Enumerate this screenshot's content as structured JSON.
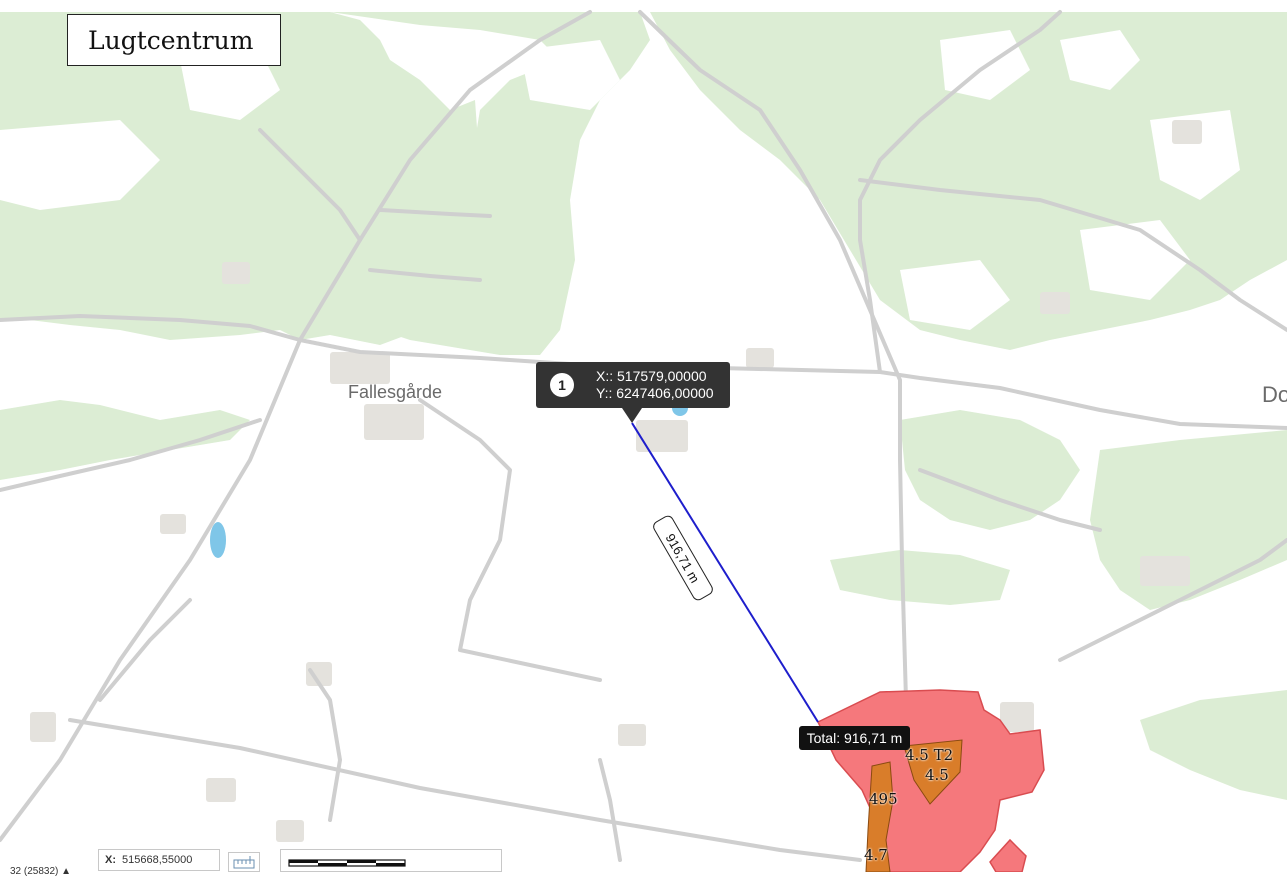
{
  "title": "Lugtcentrum",
  "place_labels": {
    "fallesgarde": "Fallesgårde",
    "right_partial": "Do"
  },
  "measurement": {
    "point_number": "1",
    "x_text": "X:: 517579,00000",
    "y_text": "Y:: 6247406,00000",
    "segment_label": "916,71 m",
    "total_label": "Total: 916,71 m"
  },
  "zone_labels": {
    "label_1": "4.5 T2",
    "label_2": "4.5",
    "label_3": "495",
    "label_4": "4.7"
  },
  "status_bar": {
    "crs": "32 (25832) ▲",
    "x_label": "X:",
    "x_value": "515668,55000"
  },
  "icons": {
    "scale_icon": "ruler-icon",
    "scalebar_icon": "scalebar-icon"
  },
  "colors": {
    "forest": "#dcedd4",
    "field": "#ffffff",
    "road": "#cfcfcf",
    "settlement": "#e4e2dd",
    "measure_line": "#1e1ecc",
    "zone_fill": "#f5787c",
    "zone_stroke": "#d94c50",
    "zone_inner": "#d97d2a",
    "water": "#7fc6e8"
  }
}
